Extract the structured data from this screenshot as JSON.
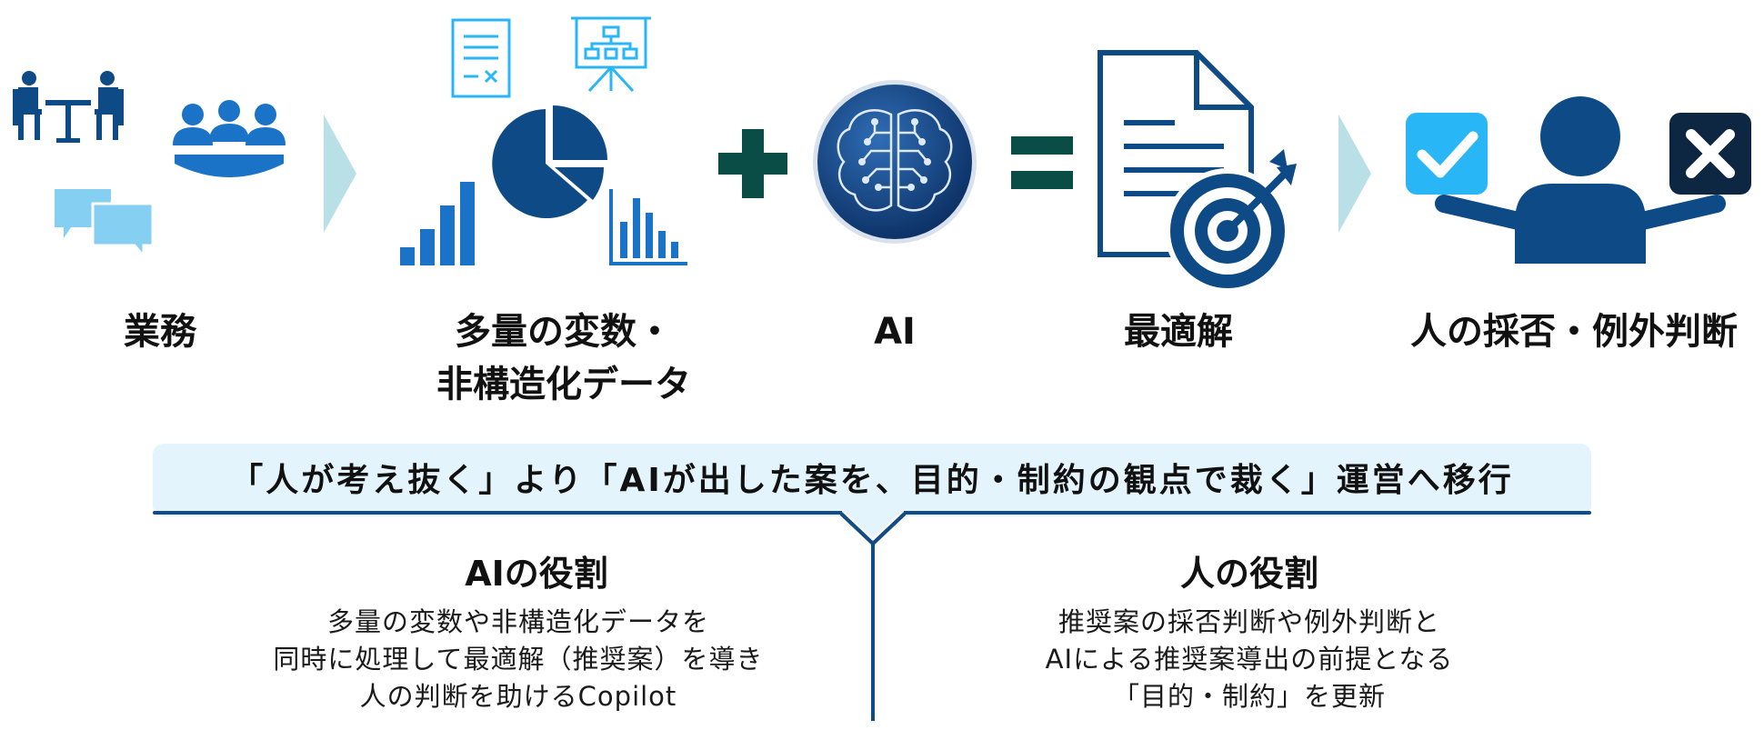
{
  "flow": {
    "steps": [
      {
        "label_lines": [
          "業務"
        ]
      },
      {
        "label_lines": [
          "多量の変数・",
          "非構造化データ"
        ]
      },
      {
        "label_lines": [
          "AI"
        ]
      },
      {
        "label_lines": [
          "最適解"
        ]
      },
      {
        "label_lines": [
          "人の採否・例外判断"
        ]
      }
    ],
    "plus_symbol": "+",
    "equals_symbol": "="
  },
  "banner": {
    "text": "「人が考え抜く」より「AIが出した案を、目的・制約の観点で裁く」運営へ移行"
  },
  "roles": {
    "ai": {
      "title": "AIの役割",
      "lines": [
        "多量の変数や非構造化データを",
        "同時に処理して最適解（推奨案）を導き",
        "人の判断を助けるCopilot"
      ]
    },
    "human": {
      "title": "人の役割",
      "lines": [
        "推奨案の採否判断や例外判断と",
        "AIによる推奨案導出の前提となる",
        "「目的・制約」を更新"
      ]
    }
  },
  "colors": {
    "navy": "#0d4a86",
    "blue": "#1a73c7",
    "light_blue": "#85cff2",
    "sky": "#29b6f6",
    "dark_green": "#0a4d47",
    "chevron": "#b9e0e6",
    "dark": "#0d2642"
  }
}
